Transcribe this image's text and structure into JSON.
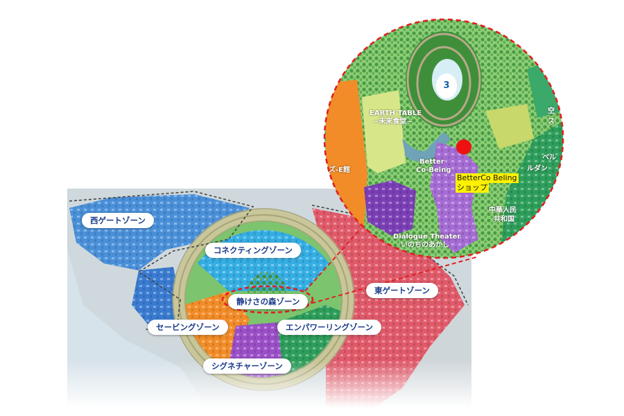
{
  "main_map": {
    "zones": [
      {
        "id": "west-gate",
        "label": "西ゲートゾーン"
      },
      {
        "id": "connecting",
        "label": "コネクティングゾーン"
      },
      {
        "id": "forest",
        "label": "静けさの森ゾーン"
      },
      {
        "id": "east-gate",
        "label": "東ゲートゾーン"
      },
      {
        "id": "saving",
        "label": "セービングゾーン"
      },
      {
        "id": "empowering",
        "label": "エンパワーリングゾーン"
      },
      {
        "id": "signature",
        "label": "シグネチャーゾーン"
      }
    ],
    "highlighted_zone": "静けさの森ゾーン",
    "highlight_color": "#e02020"
  },
  "inset_map": {
    "pavilion_number": "3",
    "labels": {
      "earth_table": "EARTH TABLE",
      "earth_table_sub": "~未来食堂~",
      "better_co": "Better",
      "better_co_2": "Co-Being",
      "dialogue": "Dialogue Theater",
      "dialogue_sub": "いのちのあかし",
      "pavilion_left": "ズ-E館",
      "china": "中華人民",
      "china_2": "共和国",
      "right_top": "空",
      "right_top_2": "ス",
      "right_mid": "ベル",
      "right_mid_2": "ルダン"
    },
    "shop_label_line1": "BetterCo Beling",
    "shop_label_line2": "ショップ",
    "marker_color": "#ee1111",
    "callout_color": "#e02020"
  },
  "colors": {
    "west_zone": "#4a90d9",
    "connecting_zone": "#2fa6e0",
    "saving_zone": "#f08a24",
    "forest_zone": "#4caf50",
    "signature_zone": "#9c4fc4",
    "empowering_zone": "#2e9e5b",
    "east_zone": "#e05060",
    "ring": "#c9c9a0"
  }
}
